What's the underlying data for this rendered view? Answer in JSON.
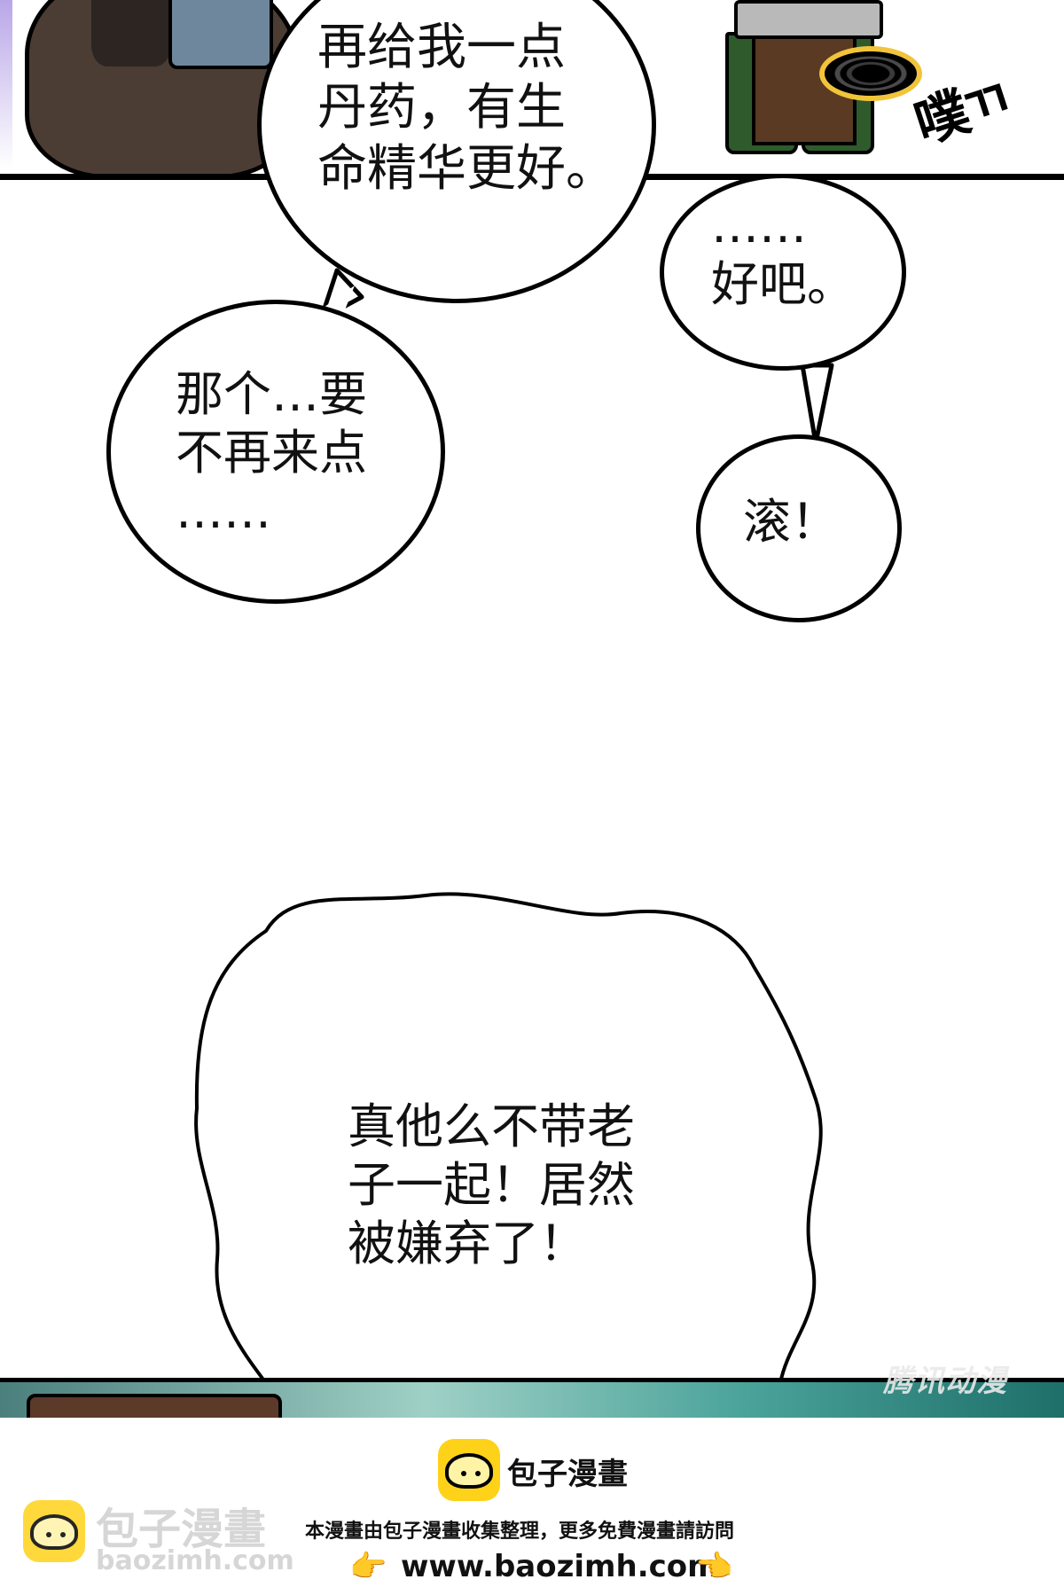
{
  "bubbles": {
    "b1": "再给我一点\n丹药，有生\n命精华更好。",
    "b2": "……\n好吧。",
    "b3": "那个…要\n不再来点\n……",
    "b4": "滚！",
    "cloud": "真他么不带老\n子一起！居然\n被嫌弃了！"
  },
  "sfx": "噗ㄲ",
  "watermark": "腾讯动漫",
  "footer": {
    "brand": "包子漫畫",
    "notice": "本漫畫由包子漫畫收集整理，更多免費漫畫請訪問",
    "url": "www.baozimh.com",
    "wm_brand": "包子漫畫",
    "wm_url": "baozimh.com"
  },
  "colors": {
    "logo_yellow": "#ffd21a",
    "sack_brown": "#4b3d34",
    "pants_green": "#2f5a2c",
    "panel_teal": "#4aa39a"
  },
  "icons": {
    "logo": "bun-logo-icon",
    "hand_left": "pointing-right-hand-icon",
    "hand_right": "pointing-left-hand-icon"
  }
}
